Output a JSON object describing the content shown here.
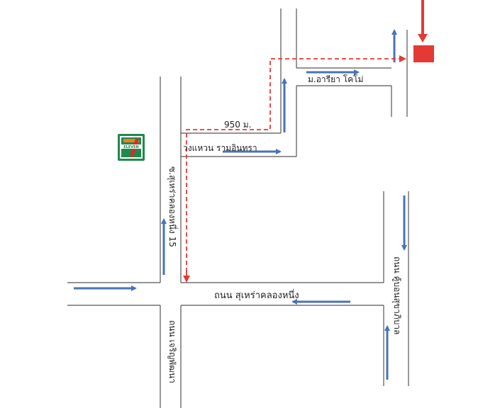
{
  "colors": {
    "road": "#555555",
    "arrow": "#4a72b8",
    "route": "#e53935",
    "destination": "#e53935",
    "logo_green": "#1e8a4c",
    "logo_orange": "#f47b20",
    "logo_red": "#e3262b"
  },
  "labels": {
    "distance": "950 ม.",
    "aria_road": "ม.อารียา โคโม่",
    "wongwaen_road": "วงแหวน รามอินทรา",
    "soi_sukhaphiban": "ซ.สุเหร่าคลองหนึ่ง 15",
    "main_road": "ถนน สุเหร่าคลองหนึ่ง",
    "right_road": "ถนน คู้บอนสุขาภิบาล",
    "bottom_road": "ถนน เจริญพัฒนา"
  },
  "icons": {
    "store": "seven-eleven-logo",
    "destination": "destination-marker",
    "start": "red-down-arrow"
  }
}
